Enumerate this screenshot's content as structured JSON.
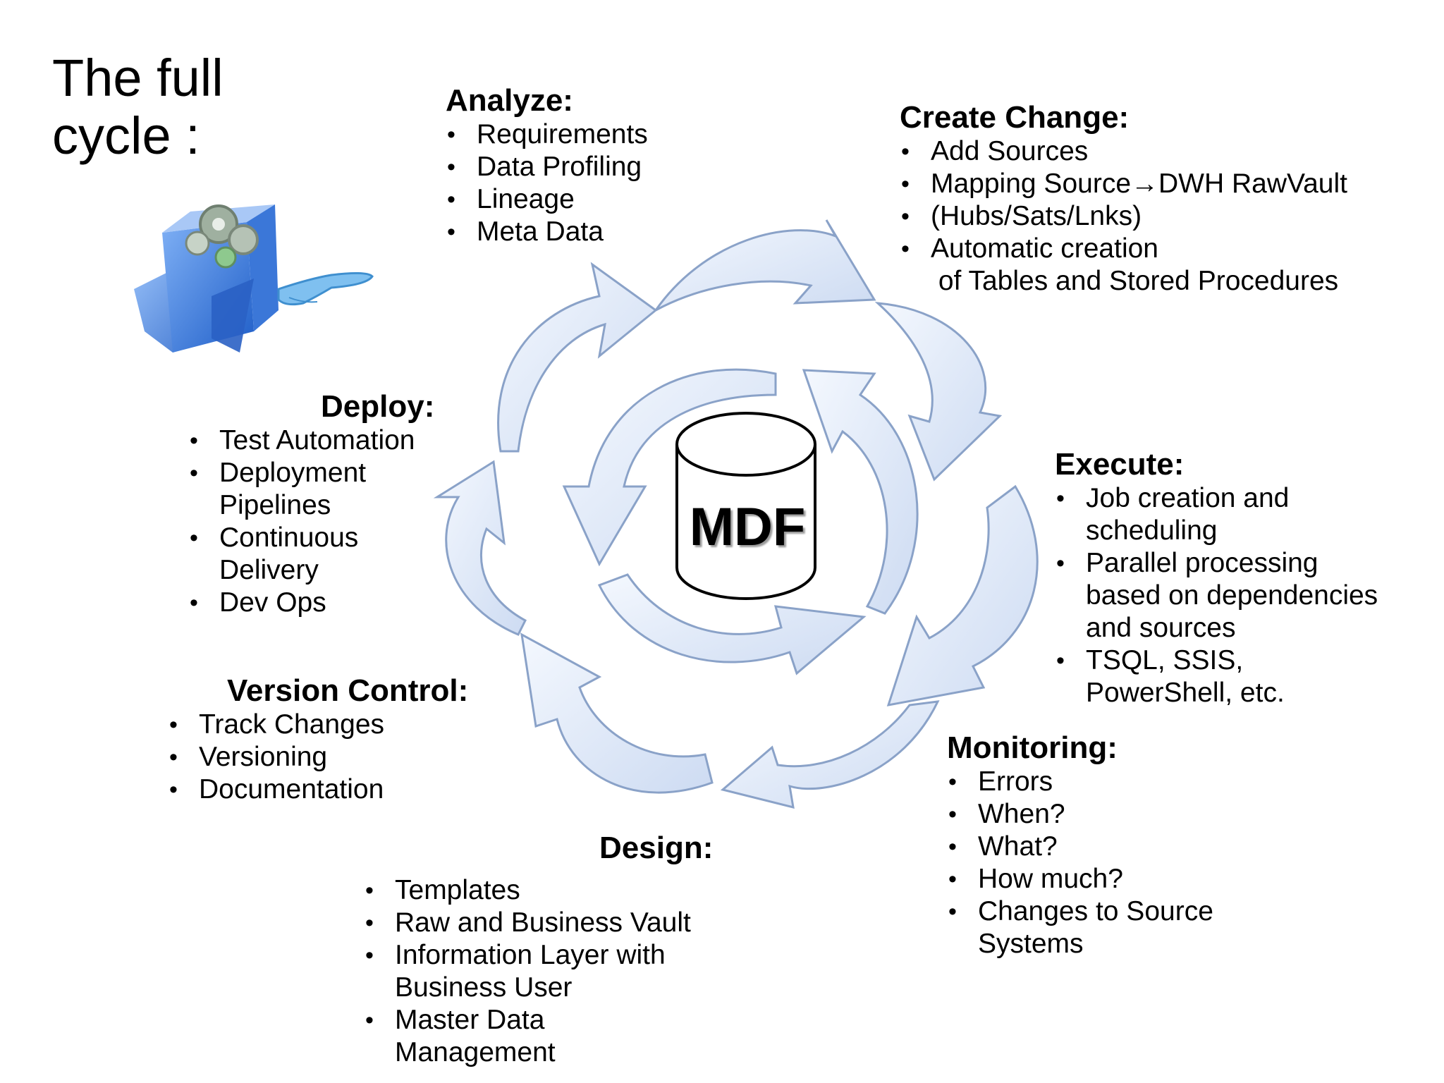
{
  "title": "The full\ncycle :",
  "center_label": "MDF",
  "sections": {
    "analyze": {
      "heading": "Analyze:",
      "items": [
        "Requirements",
        "Data Profiling",
        "Lineage",
        "Meta Data"
      ]
    },
    "create_change": {
      "heading": "Create Change:",
      "items": [
        "Add Sources",
        "Mapping Source→DWH RawVault",
        "(Hubs/Sats/Lnks)",
        "Automatic creation"
      ],
      "continuation": " of Tables and Stored Procedures"
    },
    "execute": {
      "heading": "Execute:",
      "items": [
        "Job creation and\nscheduling",
        "Parallel processing\nbased on dependencies\nand sources",
        "TSQL, SSIS,\nPowerShell, etc."
      ]
    },
    "monitoring": {
      "heading": "Monitoring:",
      "items": [
        "Errors",
        "When?",
        "What?",
        "How much?",
        "Changes to Source\nSystems"
      ]
    },
    "design": {
      "heading": "Design:",
      "items": [
        "Templates",
        "Raw and Business Vault",
        "Information Layer with\nBusiness User",
        "Master Data\nManagement"
      ]
    },
    "version_control": {
      "heading": "Version Control:",
      "items": [
        "Track Changes",
        "Versioning",
        "Documentation"
      ]
    },
    "deploy": {
      "heading": "Deploy:",
      "items": [
        "Test Automation",
        "Deployment\nPipelines",
        "Continuous\nDelivery",
        "Dev Ops"
      ]
    }
  },
  "colors": {
    "arrow_fill": "#dbe6f7",
    "arrow_stroke": "#8aa2c8",
    "arrow_shadow": "#c9c9c9",
    "logo_blue": "#2f6fd6"
  },
  "icons": [
    "gears-cube-logo",
    "database-cylinder-icon",
    "cycle-arrow"
  ]
}
